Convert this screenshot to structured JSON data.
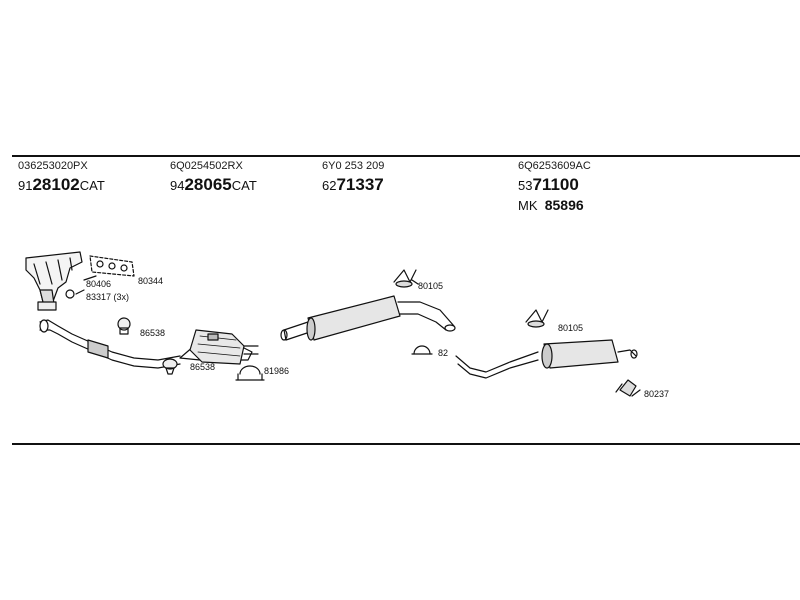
{
  "columns": [
    {
      "oem": "036253020PX",
      "prefix": "91",
      "main": "28102",
      "suffix": "CAT"
    },
    {
      "oem": "6Q0254502RX",
      "prefix": "94",
      "main": "28065",
      "suffix": "CAT"
    },
    {
      "oem": "6Y0 253 209",
      "prefix": "62",
      "main": "71337",
      "suffix": ""
    },
    {
      "oem": "6Q6253609AC",
      "prefix": "53",
      "main": "71100",
      "suffix": ""
    }
  ],
  "extra": {
    "prefix": "MK",
    "value": "85896"
  },
  "parts": {
    "p80344": "80344",
    "p80406": "80406",
    "p83317": "83317 (3x)",
    "p86538a": "86538",
    "p86538b": "86538",
    "p81986": "81986",
    "p80105a": "80105",
    "p82": "82",
    "p80105b": "80105",
    "p80237": "80237"
  }
}
